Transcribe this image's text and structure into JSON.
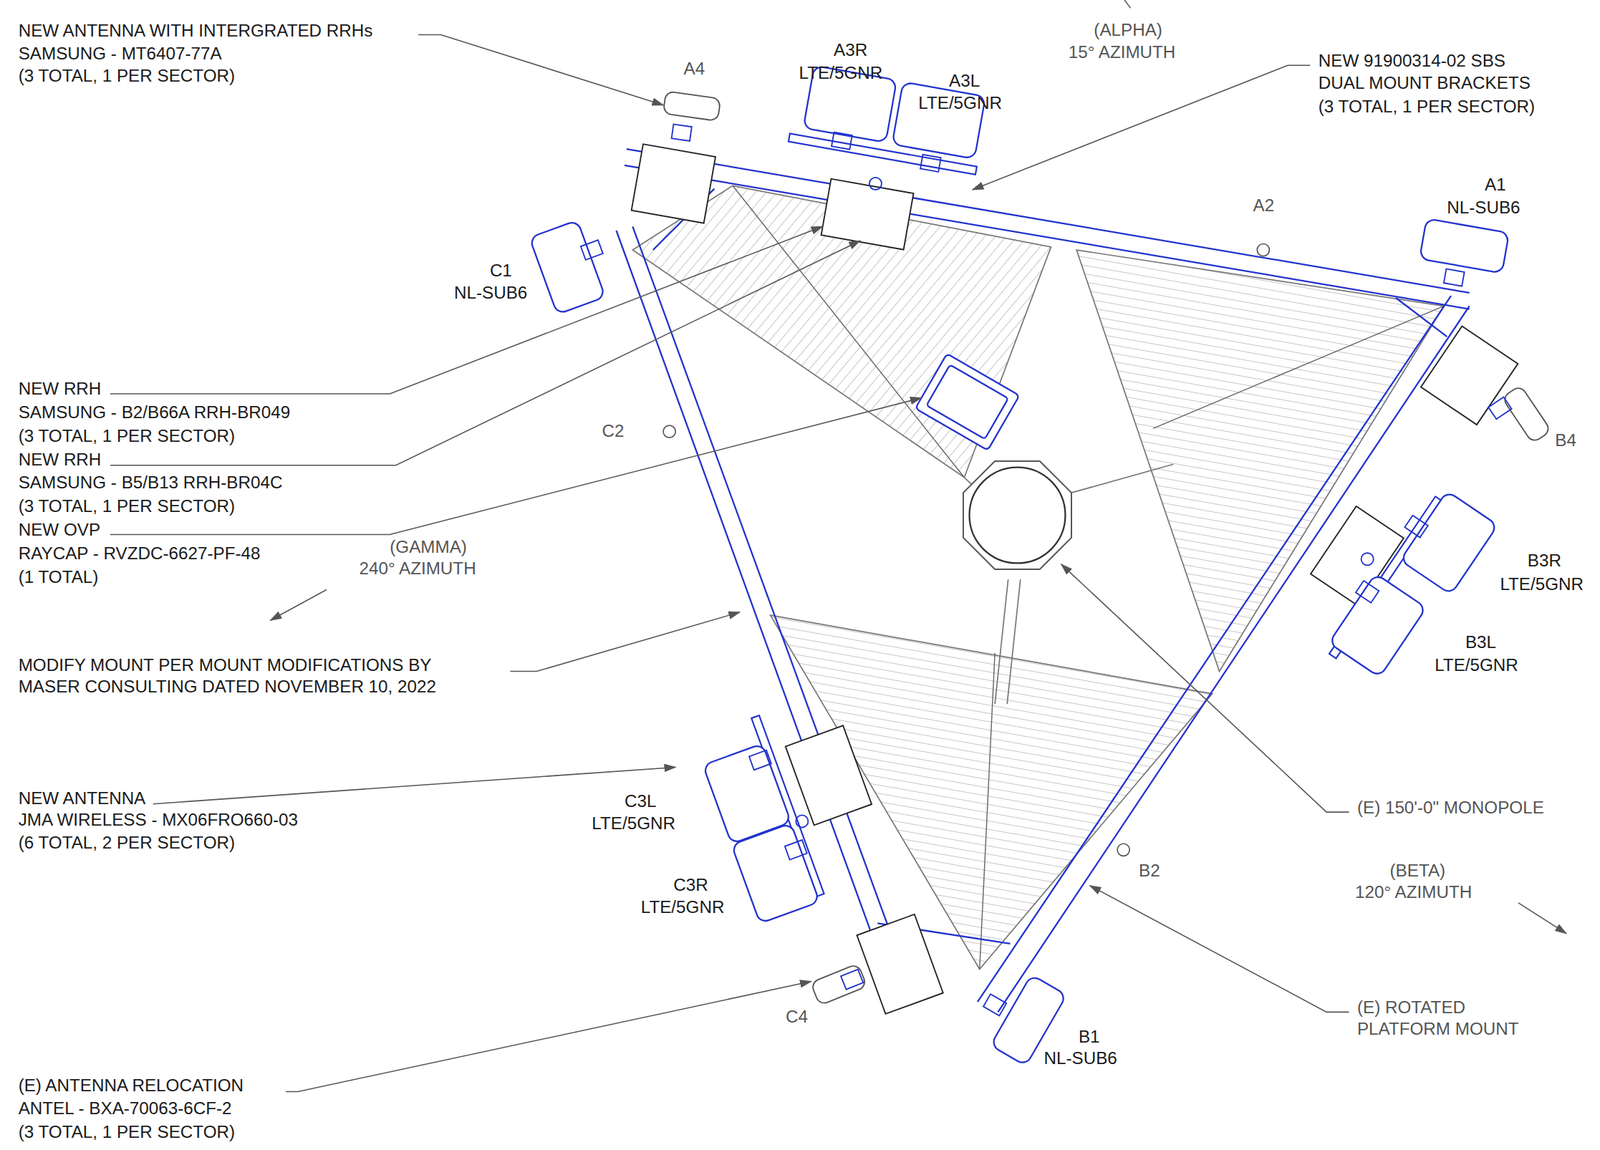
{
  "diagram": {
    "labels": [
      "NEW ANTENNA WITH INTERGRATED RRHs",
      "SAMSUNG - MT6407-77A",
      "(3 TOTAL, 1 PER SECTOR)",
      "A4",
      "A3R",
      "LTE/5GNR",
      "A3L",
      "LTE/5GNR",
      "(ALPHA)",
      "15° AZIMUTH",
      "NEW 91900314-02 SBS",
      "DUAL MOUNT BRACKETS",
      "(3 TOTAL, 1 PER SECTOR)",
      "A2",
      "A1",
      "NL-SUB6",
      "C1",
      "NL-SUB6",
      "NEW RRH",
      "SAMSUNG - B2/B66A RRH-BR049",
      "(3 TOTAL, 1 PER SECTOR)",
      "NEW RRH",
      "SAMSUNG - B5/B13 RRH-BR04C",
      "(3 TOTAL, 1 PER SECTOR)",
      "NEW OVP",
      "RAYCAP - RVZDC-6627-PF-48",
      "(1 TOTAL)",
      "C2",
      "B4",
      "(GAMMA)",
      "240° AZIMUTH",
      "B3R",
      "LTE/5GNR",
      "B3L",
      "LTE/5GNR",
      "MODIFY MOUNT PER MOUNT MODIFICATIONS BY",
      "MASER CONSULTING DATED NOVEMBER 10, 2022",
      "(E) 150'-0\" MONOPOLE",
      "NEW ANTENNA",
      "JMA WIRELESS - MX06FRO660-03",
      "(6 TOTAL, 2 PER SECTOR)",
      "C3L",
      "LTE/5GNR",
      "(BETA)",
      "120° AZIMUTH",
      "B2",
      "C3R",
      "LTE/5GNR",
      "C4",
      "(E) ROTATED",
      "PLATFORM MOUNT",
      "B1",
      "NL-SUB6",
      "(E) ANTENNA RELOCATION",
      "ANTEL - BXA-70063-6CF-2",
      "(3 TOTAL, 1 PER SECTOR)"
    ]
  }
}
